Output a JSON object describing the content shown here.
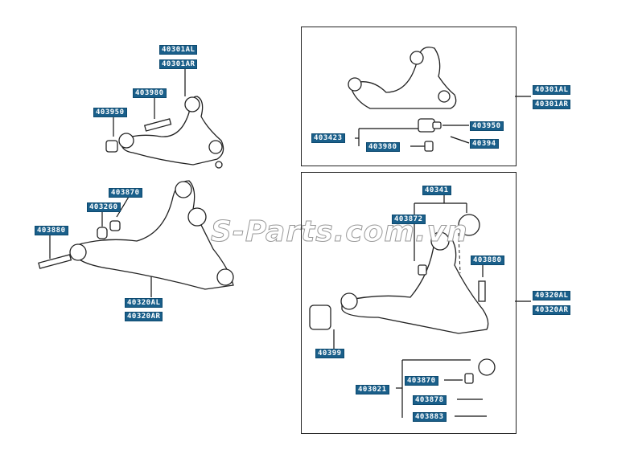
{
  "diagram": {
    "watermark": "S-Parts.com.vn",
    "left_upper_arm": {
      "labels": [
        "40301AL",
        "40301AR",
        "403980",
        "403950"
      ]
    },
    "left_lower_arm": {
      "labels": [
        "403870",
        "403260",
        "403880",
        "40320AL",
        "40320AR"
      ]
    },
    "panel_upper": {
      "assembly_labels": [
        "40301AL",
        "40301AR"
      ],
      "labels": [
        "403950",
        "40394",
        "403423",
        "403980"
      ]
    },
    "panel_lower": {
      "assembly_labels": [
        "40320AL",
        "40320AR"
      ],
      "labels": [
        "40341",
        "403872",
        "403880",
        "40399",
        "403021",
        "403870",
        "403878",
        "403883"
      ]
    },
    "colors": {
      "label_bg": "#1a5f8a",
      "label_text": "#ffffff",
      "line": "#111111"
    }
  }
}
